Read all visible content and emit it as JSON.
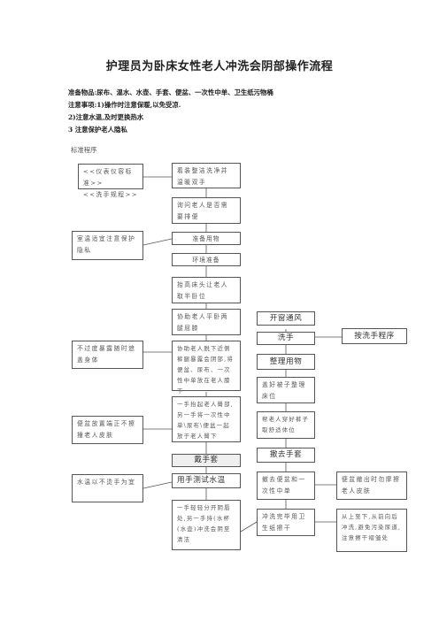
{
  "title": "护理员为卧床女性老人冲洗会阴部操作流程",
  "notes": {
    "supplies": "准备物品:尿布、温水、水壶、手套、便盆、一次性中单、卫生纸污物桶",
    "caution_1": "注意事项:1)操作时注意保暖,以免受凉.",
    "caution_2": "2)注意水温,及时更换热水",
    "caution_3": "3 注意保护老人隐私"
  },
  "section_label": "标准程序",
  "left_notes": {
    "etiquette": "<<仪表仪容标准>>\n<<洗手规程>>",
    "room_temp": "室温适宜注意保护隐私",
    "no_exposure": "不过度暴露随时遮盖身体",
    "bedpan": "便盆放置端正不擦撞老人皮肤",
    "water_temp": "水温以不烫手为宜"
  },
  "flow_main": {
    "s1": "着装整洁洗净并温暖双手",
    "s2": "询问老人是否需要排便",
    "s3": "准备用物",
    "s4": "环境准备",
    "s5": "抬高床头让老人取半卧位",
    "s6": "协助老人平卧两腿屈膝",
    "s7": "协助老人脱下近侧裤腿暴露会阴部,将便盆、尿布、一次性中单放在老人膝下",
    "s8": "一手抬起老人臀部,另一手将一次性中单\\尿布\\便盆一起放于老人臀下",
    "s9": "戴手套",
    "s10": "用手测试水温",
    "s11": "一手轻轻分开阴唇处,另一手持(水杯(水壶)冲洗会阴至清洁"
  },
  "flow_right": {
    "r1": "开窗通风",
    "r2": "洗手",
    "r3": "整理用物",
    "r4": "盖好被子整理床位",
    "r5": "帮老人穿好裤子取舒适体位",
    "r6": "撤去手套",
    "r7": "撤去便盆和一次性中单",
    "r8": "冲洗完毕用卫生纸擦干"
  },
  "right_notes": {
    "hand_wash": "按洗手程序",
    "no_rub": "便盆撤出时勿摩擦老人皮肤",
    "order": "从上至下,从前向后冲洗,避免污染尿道,注意擦干褶皱处"
  }
}
